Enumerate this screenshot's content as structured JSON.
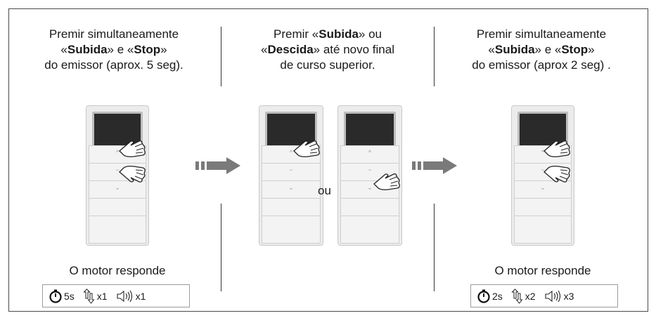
{
  "step1": {
    "line1": "Premir simultaneamente",
    "q_open1": "«",
    "key1": "Subida",
    "mid": "» e «",
    "key2": "Stop",
    "q_close": "»",
    "line3": "do emissor (aprox. 5 seg)."
  },
  "step2": {
    "line1_prefix": "Premir «",
    "key1": "Subida",
    "line1_suffix": "» ou",
    "line2_prefix": "«",
    "key2": "Descida",
    "line2_suffix": "» até novo final",
    "line3": "de curso superior.",
    "or_label": "ou"
  },
  "step3": {
    "line1": "Premir simultaneamente",
    "q_open1": "«",
    "key1": "Subida",
    "mid": "» e «",
    "key2": "Stop",
    "q_close": "»",
    "line3": "do emissor (aprox 2 seg) ."
  },
  "response1": {
    "title": "O motor responde",
    "time": "5s",
    "move_count": "x1",
    "sound_count": "x1"
  },
  "response3": {
    "title": "O motor responde",
    "time": "2s",
    "move_count": "x2",
    "sound_count": "x3"
  },
  "icons": {
    "timer": "stopwatch-icon",
    "movement": "up-down-arrows-icon",
    "sound": "speaker-icon",
    "hand": "pointing-hand-icon",
    "arrow": "dashed-arrow-icon"
  },
  "colors": {
    "arrow": "#7a7a7a",
    "screen": "#2a2a2a",
    "remote_body": "#ececec"
  }
}
